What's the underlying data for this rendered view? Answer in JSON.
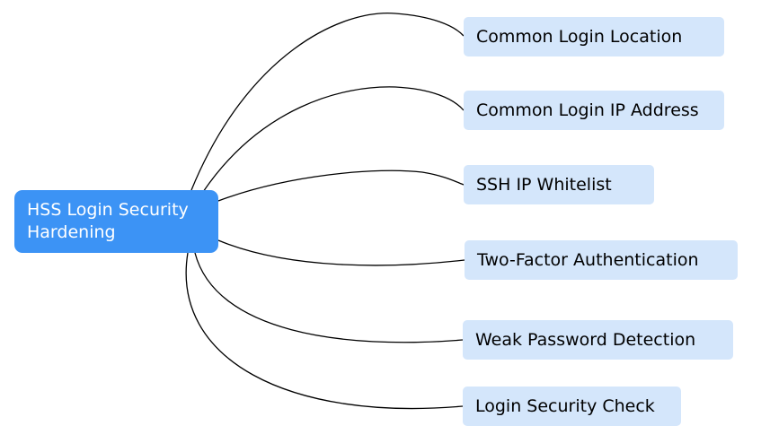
{
  "root": {
    "label_line1": "HSS Login Security",
    "label_line2": "Hardening"
  },
  "children": [
    {
      "label": "Common Login Location"
    },
    {
      "label": "Common Login IP Address"
    },
    {
      "label": "SSH IP Whitelist"
    },
    {
      "label": "Two-Factor Authentication"
    },
    {
      "label": "Weak Password Detection"
    },
    {
      "label": "Login Security Check"
    }
  ],
  "colors": {
    "root_fill": "#3c93f5",
    "root_text": "#ffffff",
    "child_fill": "#d4e6fb",
    "child_text": "#000000",
    "connector": "#000000"
  }
}
